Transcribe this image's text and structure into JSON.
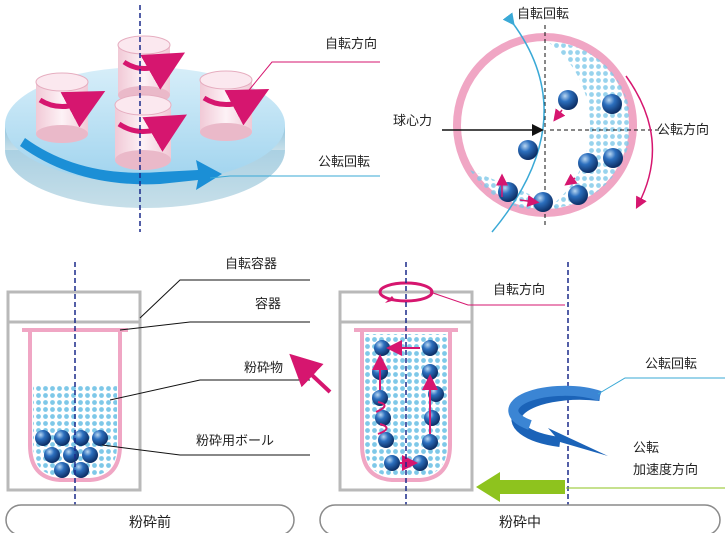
{
  "top_left": {
    "rotation_direction": "自転方向",
    "revolution": "公転回転"
  },
  "top_right": {
    "rotation": "自転回転",
    "centrifugal_force": "球心力",
    "revolution_direction": "公転方向"
  },
  "bottom_left": {
    "rotating_container": "自転容器",
    "container": "容器",
    "crushed_material": "粉砕物",
    "grinding_balls": "粉砕用ボール",
    "caption": "粉砕前"
  },
  "bottom_right": {
    "rotation_direction": "自転方向",
    "revolution_rotation": "公転回転",
    "revolution_accel_line1": "公転",
    "revolution_accel_line2": "加速度方向",
    "caption": "粉砕中"
  },
  "colors": {
    "pink": "#e0457f",
    "magenta": "#d6166f",
    "ball_blue": "#1e5aa8",
    "particle_blue": "#7ec8e8",
    "cyan_line": "#3aa9d6",
    "green_arrow": "#8ec31e",
    "blue_arrow": "#1b63b8"
  }
}
